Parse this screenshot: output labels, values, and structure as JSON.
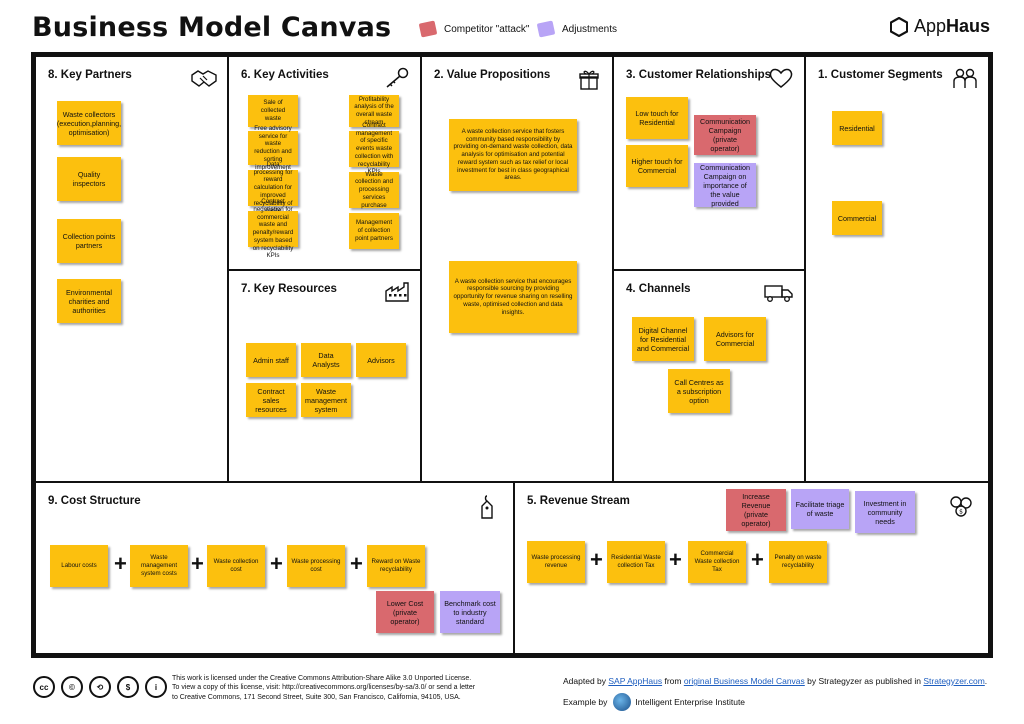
{
  "header": {
    "title": "Business Model Canvas",
    "legend": [
      {
        "label": "Competitor \"attack\"",
        "color": "#d9696e"
      },
      {
        "label": "Adjustments",
        "color": "#b8a4f6"
      }
    ],
    "brand_prefix": "App",
    "brand_suffix": "Haus"
  },
  "blocks": {
    "key_partners": {
      "title": "8. Key Partners",
      "icon": "handshake-icon",
      "notes": [
        "Waste collectors (execution,planning, optimisation)",
        "Quality inspectors",
        "Collection points partners",
        "Environmental charities and authorities"
      ]
    },
    "key_activities": {
      "title": "6. Key Activities",
      "icon": "key-icon",
      "notes": [
        "Sale of collected waste",
        "Free advisory service for waste reduction and sorting improvement",
        "Data processing for reward calculation for improved recyclability of waste",
        "Contract negotiation for commercial waste and penalty/reward system based on recyclability KPIs",
        "Profitability analysis of the overall waste stream",
        "Contract management of specific events waste collection with recyclability KPIs",
        "Waste collection and processing services purchase",
        "Management of collection point partners"
      ]
    },
    "key_resources": {
      "title": "7. Key Resources",
      "icon": "factory-icon",
      "notes": [
        "Admin staff",
        "Data Analysts",
        "Advisors",
        "Contract sales resources",
        "Waste management system"
      ]
    },
    "value_propositions": {
      "title": "2. Value Propositions",
      "icon": "gift-icon",
      "notes": [
        "A waste collection service that fosters community based responsibility by providing on-demand  waste collection, data analysis for optimisation and potential reward system such as tax relief or local investment for best in class geographical areas.",
        "A waste collection service that encourages  responsible sourcing by providing opportunity for revenue sharing on reselling waste, optimised collection and data insights."
      ]
    },
    "customer_relationships": {
      "title": "3. Customer Relationships",
      "icon": "heart-icon",
      "notes": [
        "Low touch for Residential",
        "Higher touch for Commercial",
        "Communication Campaign (private operator)",
        "Communication Campaign on importance of the value provided"
      ]
    },
    "channels": {
      "title": "4. Channels",
      "icon": "truck-icon",
      "notes": [
        "Digital Channel for Residential and Commercial",
        "Advisors for Commercial",
        "Call Centres as a subscription option"
      ]
    },
    "customer_segments": {
      "title": "1.  Customer Segments",
      "icon": "people-icon",
      "notes": [
        "Residential",
        "Commercial"
      ]
    },
    "cost_structure": {
      "title": "9. Cost Structure",
      "icon": "tag-icon",
      "notes": [
        "Labour costs",
        "Waste management system costs",
        "Waste collection cost",
        "Waste processing cost",
        "Reward on Waste recyclability",
        "Lower Cost (private operator)",
        "Benchmark cost to industry standard"
      ]
    },
    "revenue_stream": {
      "title": "5. Revenue Stream",
      "icon": "coins-icon",
      "notes": [
        "Waste processing revenue",
        "Residential Waste collection Tax",
        "Commercial Waste collection Tax",
        "Penalty on waste recyclability",
        "Increase Revenue (private operator)",
        "Facilitate  triage of waste",
        "Investment in community needs"
      ]
    }
  },
  "footer": {
    "license_lines": [
      "This work is licensed under the Creative Commons Attribution-Share Alike 3.0 Unported License.",
      "To view a copy of this license, visit: http://creativecommons.org/licenses/by-sa/3.0/ or send a letter",
      "to Creative Commons, 171 Second Street, Suite 300, San Francisco, California, 94105, USA."
    ],
    "cc_badges": [
      "cc",
      "©",
      "⟲",
      "$",
      "i"
    ],
    "adapted_prefix": "Adapted by ",
    "adapted_link1": "SAP AppHaus",
    "adapted_mid": " from ",
    "adapted_link2": "original Business Model Canvas",
    "adapted_mid2": " by Strategyzer as published in ",
    "adapted_link3": "Strategyzer.com",
    "adapted_end": ".",
    "example_label": "Example by",
    "example_org": "Intelligent Enterprise Institute"
  }
}
